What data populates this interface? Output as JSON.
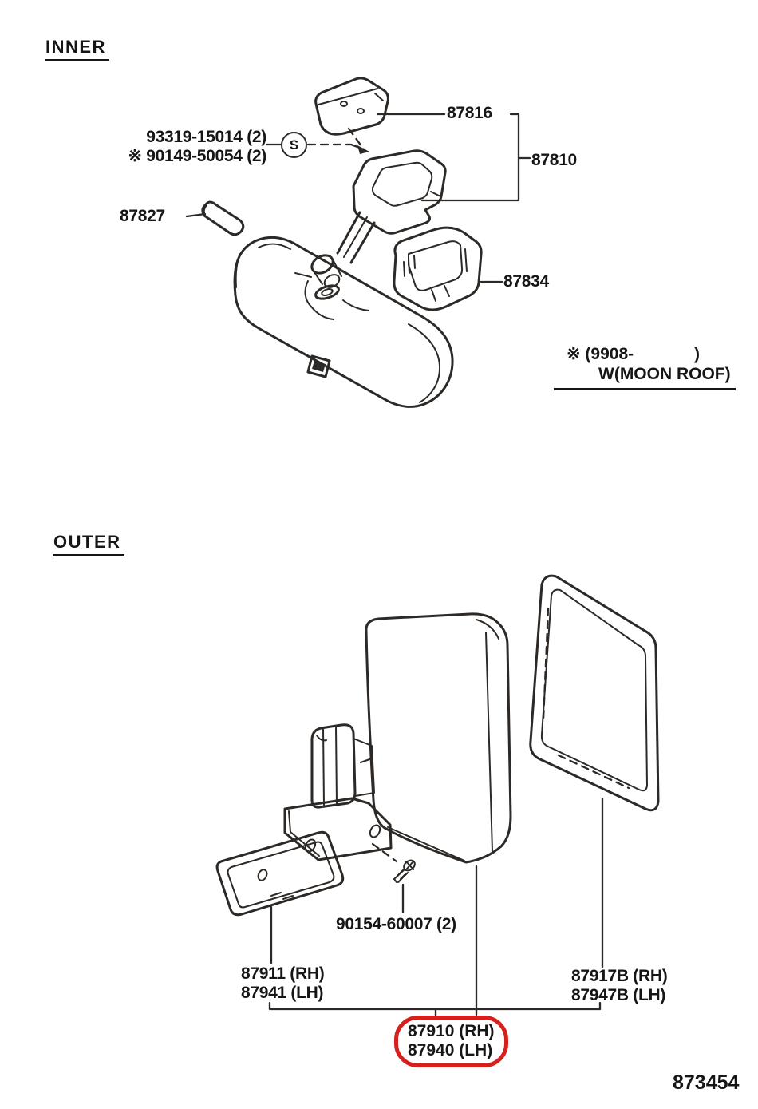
{
  "page": {
    "figure_code": "873454"
  },
  "inner": {
    "heading": "INNER",
    "screw_ref": {
      "line1": "93319-15014 (2)",
      "line2": "※ 90149-50054 (2)",
      "symbol": "S"
    },
    "labels": {
      "mirror_base": "87816",
      "mirror_assy": "87810",
      "cover": "87827",
      "holder_cover": "87834"
    },
    "note": {
      "line1": "※ (9908-             )",
      "line2": "W(MOON ROOF)"
    }
  },
  "outer": {
    "heading": "OUTER",
    "screw_label": "90154-60007 (2)",
    "bracket_labels": {
      "rh": "87911 (RH)",
      "lh": "87941 (LH)"
    },
    "retainer_labels": {
      "rh": "87917B (RH)",
      "lh": "87947B (LH)"
    },
    "mirror_labels": {
      "rh": "87910 (RH)",
      "lh": "87940 (LH)"
    },
    "highlight_color": "#d6201c",
    "line_color": "#2d2926"
  }
}
